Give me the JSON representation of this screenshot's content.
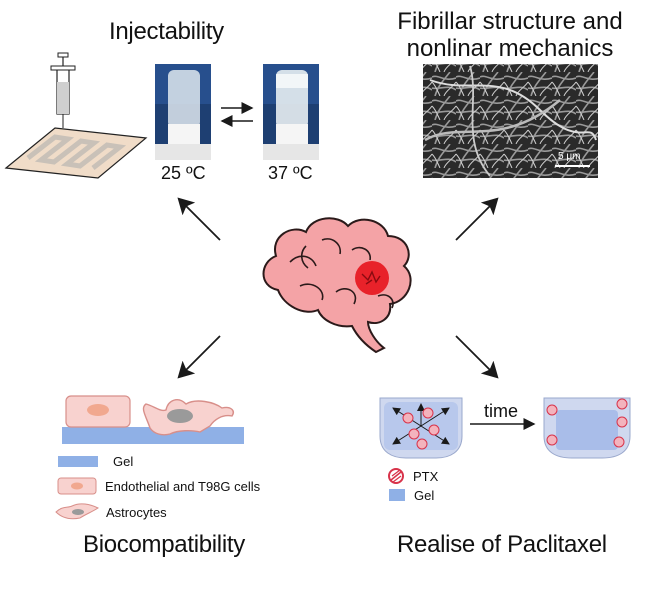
{
  "panels": {
    "injectability": {
      "title": "Injectability",
      "temp_left": "25 ºC",
      "temp_right": "37 ºC"
    },
    "fibrillar": {
      "title_line1": "Fibrillar structure and",
      "title_line2": "nonlinar mechanics",
      "scale_label": "5 μm"
    },
    "biocompatibility": {
      "title": "Biocompatibility",
      "legend_gel": "Gel",
      "legend_cells": "Endothelial and T98G cells",
      "legend_astro": "Astrocytes"
    },
    "release": {
      "title": "Realise of Paclitaxel",
      "time_label": "time",
      "legend_ptx": "PTX",
      "legend_gel": "Gel"
    }
  },
  "colors": {
    "brain": "#f4a3a6",
    "brain_outline": "#2b1a1a",
    "tumor": "#e8222a",
    "gel": "#8fb0e6",
    "cell": "#f8d2cf",
    "ptx": "#d8334a",
    "arrow": "#1a1a1a"
  }
}
